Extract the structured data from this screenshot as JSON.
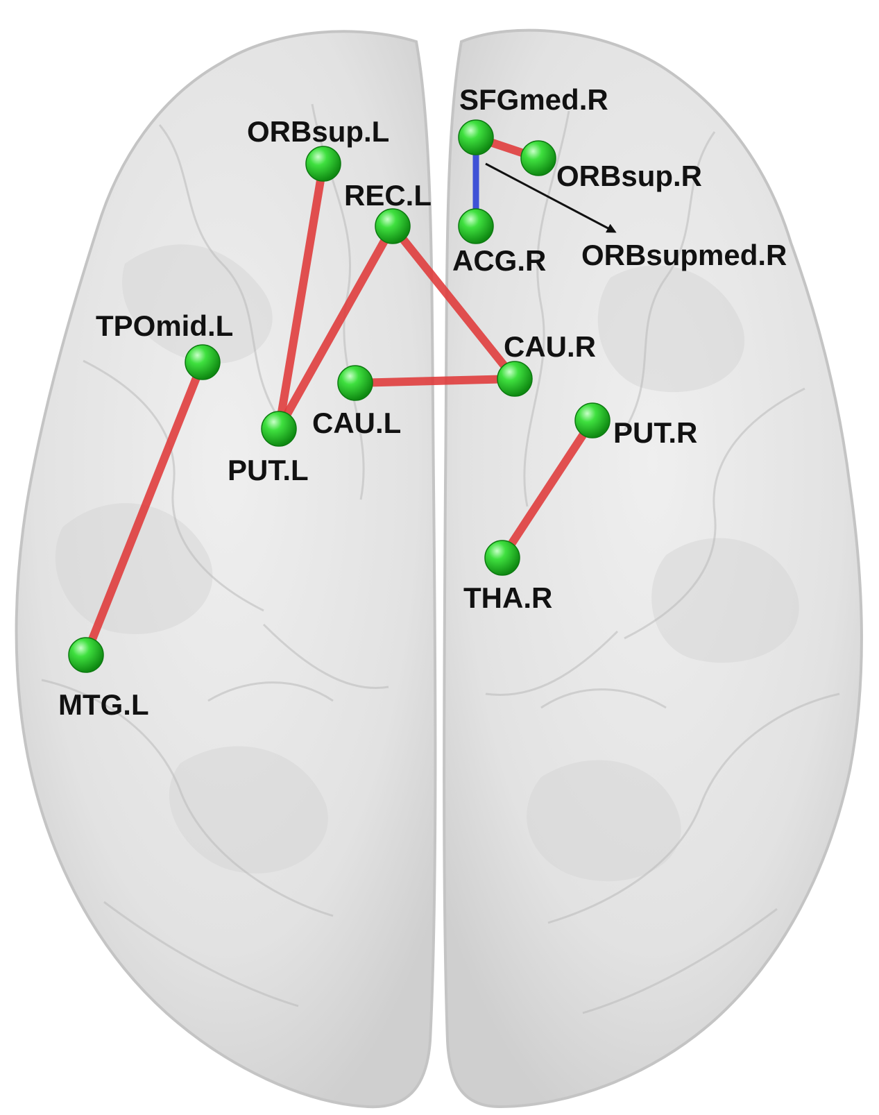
{
  "colors": {
    "node": "#2fcf2f",
    "positive_edge": "#e03a3a",
    "negative_edge": "#2a3fd6",
    "pointer": "#111111",
    "brain": "#e3e3e3"
  },
  "nodes": [
    {
      "id": "ORBsup.L",
      "label": "ORBsup.L"
    },
    {
      "id": "REC.L",
      "label": "REC.L"
    },
    {
      "id": "SFGmed.R",
      "label": "SFGmed.R"
    },
    {
      "id": "ORBsup.R",
      "label": "ORBsup.R"
    },
    {
      "id": "ACG.R",
      "label": "ACG.R"
    },
    {
      "id": "ORBsupmed.R",
      "label": "ORBsupmed.R"
    },
    {
      "id": "TPOmid.L",
      "label": "TPOmid.L"
    },
    {
      "id": "CAU.R",
      "label": "CAU.R"
    },
    {
      "id": "CAU.L",
      "label": "CAU.L"
    },
    {
      "id": "PUT.L",
      "label": "PUT.L"
    },
    {
      "id": "PUT.R",
      "label": "PUT.R"
    },
    {
      "id": "THA.R",
      "label": "THA.R"
    },
    {
      "id": "MTG.L",
      "label": "MTG.L"
    }
  ],
  "edges": [
    {
      "from": "ORBsup.L",
      "to": "PUT.L",
      "sign": "positive"
    },
    {
      "from": "REC.L",
      "to": "PUT.L",
      "sign": "positive"
    },
    {
      "from": "REC.L",
      "to": "CAU.R",
      "sign": "positive"
    },
    {
      "from": "CAU.L",
      "to": "CAU.R",
      "sign": "positive"
    },
    {
      "from": "TPOmid.L",
      "to": "MTG.L",
      "sign": "positive"
    },
    {
      "from": "PUT.R",
      "to": "THA.R",
      "sign": "positive"
    },
    {
      "from": "SFGmed.R",
      "to": "ORBsup.R",
      "sign": "positive"
    },
    {
      "from": "SFGmed.R",
      "to": "ACG.R",
      "sign": "negative"
    }
  ]
}
